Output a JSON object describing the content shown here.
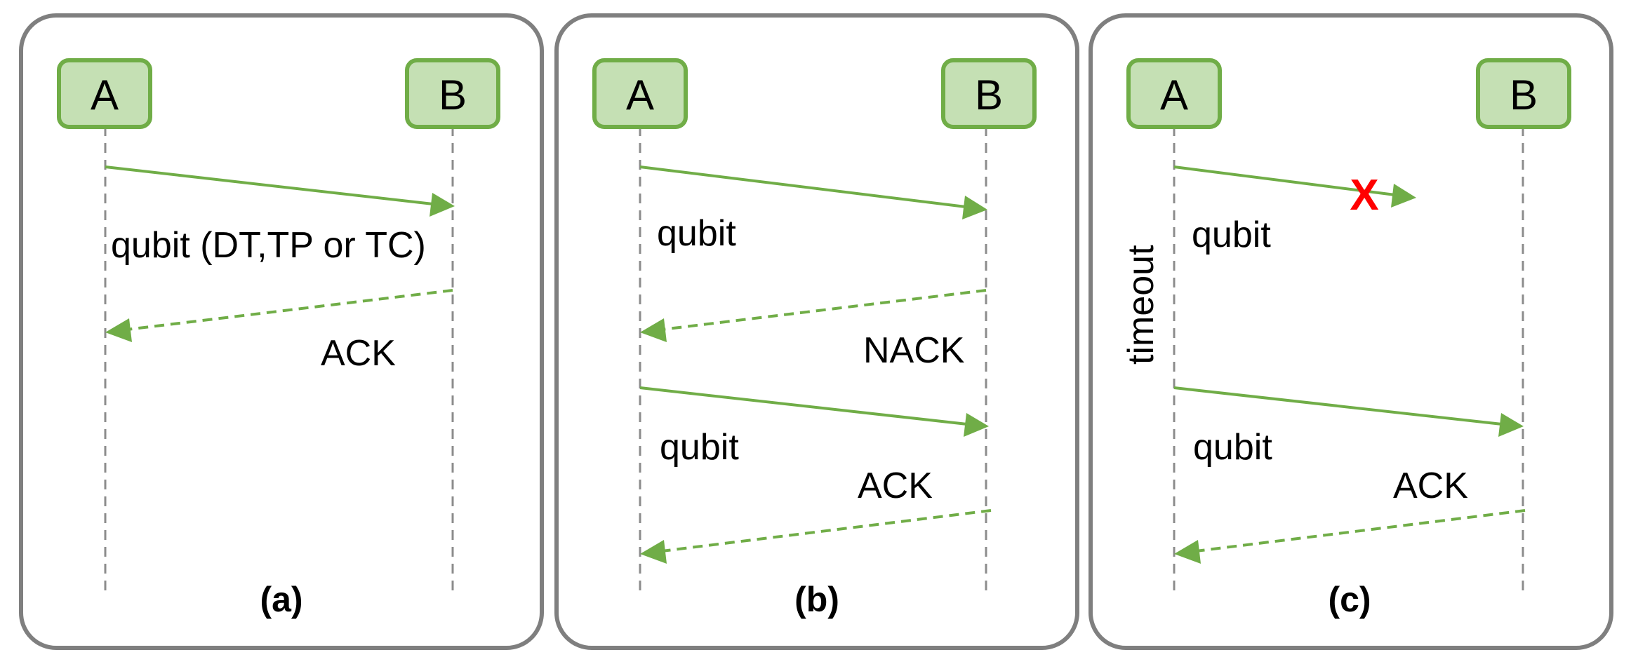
{
  "colors": {
    "node_fill": "#c5e0b4",
    "node_border": "#70ad47",
    "arrow": "#70ad47",
    "frame": "#7f7f7f",
    "lifeline": "#8c8c8c",
    "lost_mark": "#ff0000"
  },
  "panels": [
    {
      "caption": "(a)",
      "node_a": "A",
      "node_b": "B",
      "messages": [
        {
          "label": "qubit (DT,TP or TC)",
          "direction": "A-to-B",
          "style": "solid"
        },
        {
          "label": "ACK",
          "direction": "B-to-A",
          "style": "dashed"
        }
      ]
    },
    {
      "caption": "(b)",
      "node_a": "A",
      "node_b": "B",
      "messages": [
        {
          "label": "qubit",
          "direction": "A-to-B",
          "style": "solid"
        },
        {
          "label": "NACK",
          "direction": "B-to-A",
          "style": "dashed"
        },
        {
          "label": "qubit",
          "direction": "A-to-B",
          "style": "solid"
        },
        {
          "label": "ACK",
          "direction": "B-to-A",
          "style": "dashed"
        }
      ]
    },
    {
      "caption": "(c)",
      "node_a": "A",
      "node_b": "B",
      "timeout_label": "timeout",
      "lost_mark": "X",
      "messages": [
        {
          "label": "qubit",
          "direction": "A-to-B",
          "style": "solid",
          "lost": true
        },
        {
          "label": "qubit",
          "direction": "A-to-B",
          "style": "solid"
        },
        {
          "label": "ACK",
          "direction": "B-to-A",
          "style": "dashed"
        }
      ]
    }
  ]
}
